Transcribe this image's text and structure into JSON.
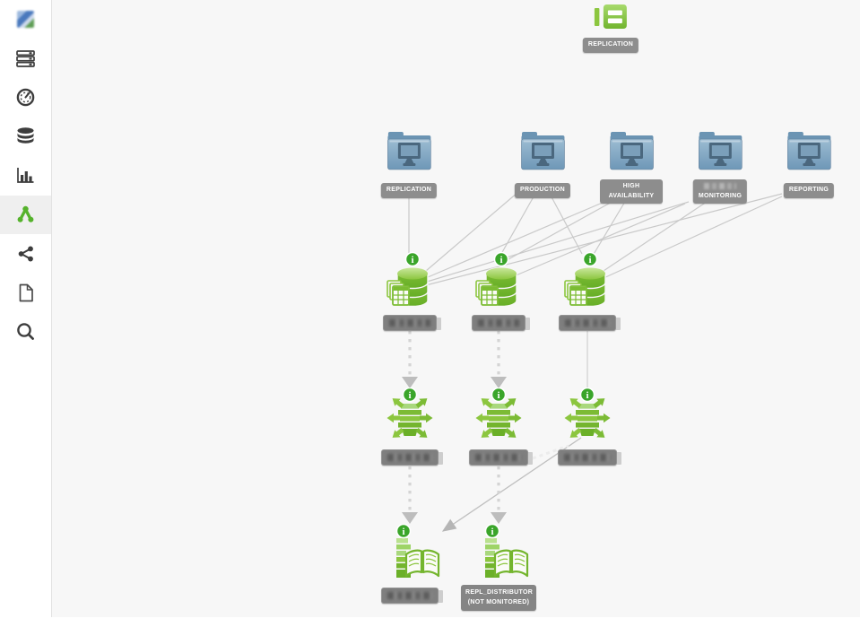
{
  "app": {
    "canvas_bg": "#f7f7f7",
    "accent_green": "#55b22c",
    "badge_gray": "#8d8d8d",
    "line_gray": "#c9c9c9",
    "folder_blue": "#7ba3c4"
  },
  "sidebar": {
    "items": [
      {
        "id": "logo",
        "icon": "app-logo",
        "active": false
      },
      {
        "id": "servers",
        "icon": "server-rack-icon",
        "active": false
      },
      {
        "id": "performance",
        "icon": "gauge-icon",
        "active": false
      },
      {
        "id": "databases",
        "icon": "database-icon",
        "active": false
      },
      {
        "id": "reports",
        "icon": "bar-chart-icon",
        "active": false
      },
      {
        "id": "topology",
        "icon": "topology-icon",
        "active": true
      },
      {
        "id": "share",
        "icon": "share-icon",
        "active": false
      },
      {
        "id": "documents",
        "icon": "document-icon",
        "active": false
      },
      {
        "id": "search",
        "icon": "search-icon",
        "active": false
      }
    ]
  },
  "topology": {
    "root_node": {
      "label": "REPLICATION",
      "type": "publication"
    },
    "group_nodes": [
      {
        "label": "REPLICATION"
      },
      {
        "label": "PRODUCTION"
      },
      {
        "label": "HIGH AVAILABILITY"
      },
      {
        "label": "MONITORING",
        "label_prefix_redacted": true
      },
      {
        "label": "REPORTING"
      }
    ],
    "publisher_nodes": [
      {
        "label": "",
        "redacted": true
      },
      {
        "label": "",
        "redacted": true
      },
      {
        "label": "",
        "redacted": true
      }
    ],
    "distributor_nodes": [
      {
        "label": "",
        "redacted": true
      },
      {
        "label": "",
        "redacted": true
      },
      {
        "label": "",
        "redacted": true
      }
    ],
    "subscriber_nodes": [
      {
        "label": "",
        "redacted": true
      },
      {
        "label": "REPL_DISTRIBUTOR (NOT MONITORED)",
        "redacted": false
      }
    ]
  }
}
